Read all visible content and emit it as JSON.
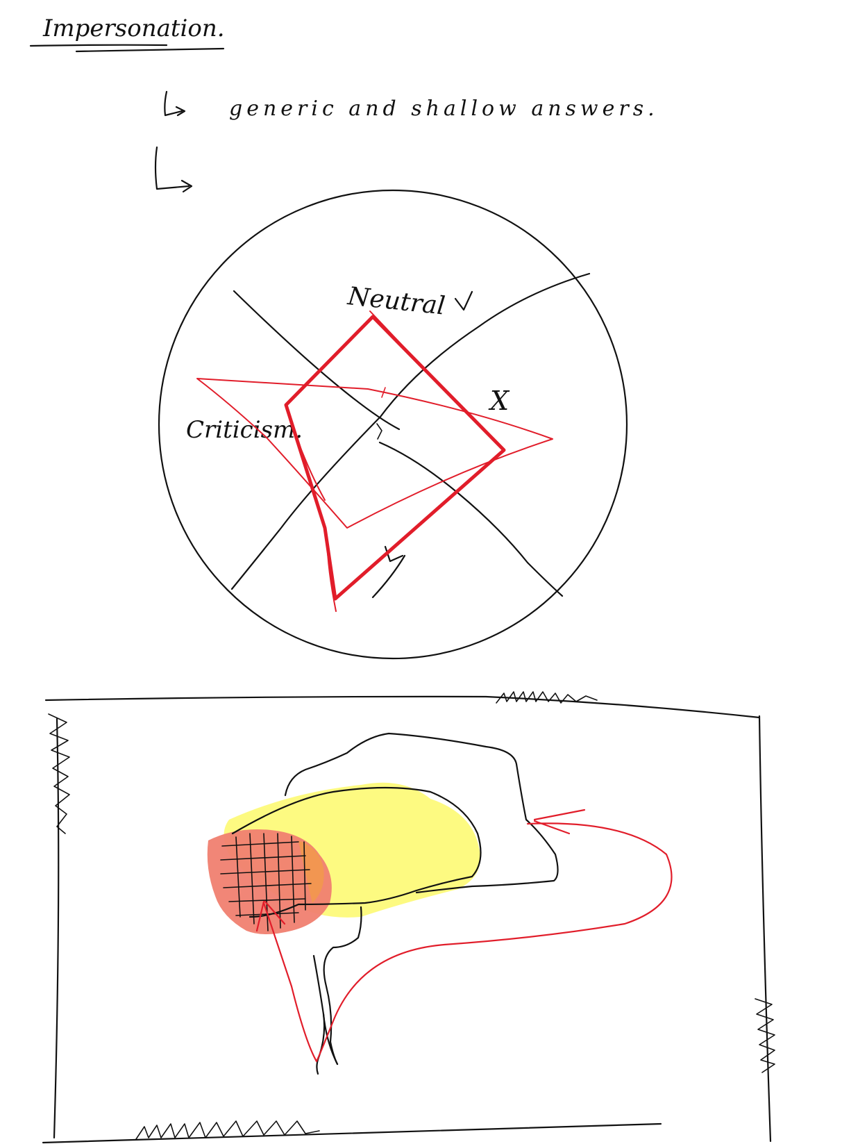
{
  "note": {
    "title": "Impersonation.",
    "bullets": [
      "generic and shallow answers.",
      ""
    ],
    "circle_labels": {
      "top": "Neutral",
      "left": "Criticism.",
      "x_mark": "X"
    }
  },
  "colors": {
    "ink": "#111111",
    "red": "#e11d2a",
    "yellow": "#fdfa7a",
    "salmon": "#f08070",
    "orange": "#f39a4a"
  },
  "icons": [
    "arrow-icon",
    "arrow-icon",
    "check-icon",
    "check-icon"
  ]
}
